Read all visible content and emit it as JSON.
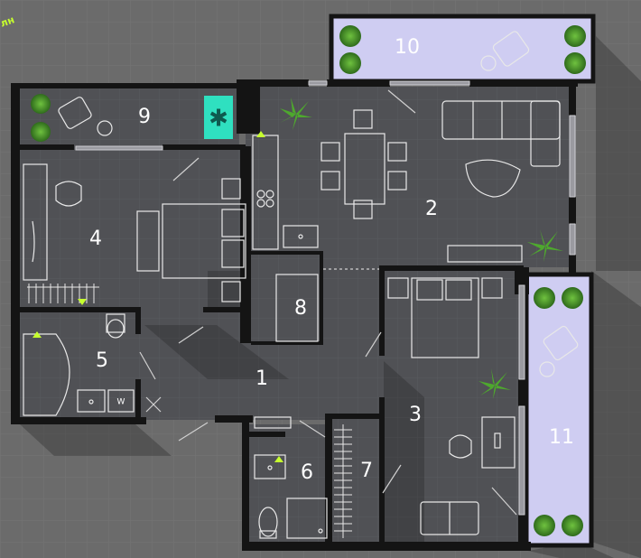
{
  "corner_label": "лн",
  "washer_label": "W",
  "rooms": [
    {
      "id": "1",
      "label": "1"
    },
    {
      "id": "2",
      "label": "2"
    },
    {
      "id": "3",
      "label": "3"
    },
    {
      "id": "4",
      "label": "4"
    },
    {
      "id": "5",
      "label": "5"
    },
    {
      "id": "6",
      "label": "6"
    },
    {
      "id": "7",
      "label": "7"
    },
    {
      "id": "8",
      "label": "8"
    },
    {
      "id": "9",
      "label": "9"
    },
    {
      "id": "10",
      "label": "10"
    },
    {
      "id": "11",
      "label": "11"
    }
  ],
  "colors": {
    "background": "#6b6b6b",
    "wall": "#141414",
    "floor": "#4f5054",
    "balcony": "#cfcdf2",
    "accent_green": "#c6ff2e",
    "cyan_tile": "#2fe0c0",
    "plant": "#3f8f2a"
  }
}
